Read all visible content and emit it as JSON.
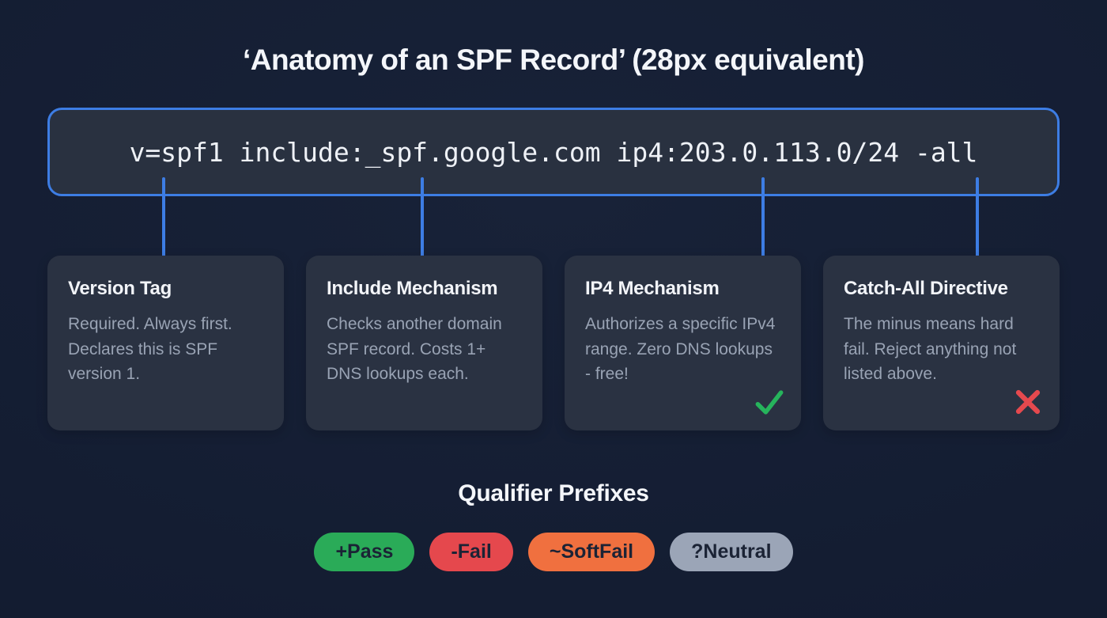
{
  "page": {
    "title": "‘Anatomy of an SPF Record’ (28px equivalent)"
  },
  "record": {
    "text": "v=spf1 include:_spf.google.com ip4:203.0.113.0/24 -all"
  },
  "cards": [
    {
      "title": "Version Tag",
      "body": "Required. Always first. Declares this is SPF version 1."
    },
    {
      "title": "Include Mechanism",
      "body": "Checks another domain SPF record. Costs 1+ DNS lookups each."
    },
    {
      "title": "IP4 Mechanism",
      "body": "Authorizes a specific IPv4 range. Zero DNS lookups - free!",
      "mark": "check"
    },
    {
      "title": "Catch-All Directive",
      "body": "The minus means hard fail. Reject anything not listed above.",
      "mark": "cross"
    }
  ],
  "qualifiers": {
    "heading": "Qualifier Prefixes",
    "pills": [
      {
        "label": "+Pass",
        "color": "#2aab58"
      },
      {
        "label": "-Fail",
        "color": "#e5484d"
      },
      {
        "label": "~SoftFail",
        "color": "#f0703f"
      },
      {
        "label": "?Neutral",
        "color": "#9ba5b7"
      }
    ]
  },
  "colors": {
    "background": "#141d33",
    "accent_blue": "#3d7de4",
    "box_bg": "#293140",
    "card_bg": "#2a3242",
    "title_text": "#f4f6fa",
    "body_text": "#99a3b4",
    "check_green": "#26b45c",
    "cross_red": "#e5494e",
    "pill_text": "#1b2335"
  }
}
